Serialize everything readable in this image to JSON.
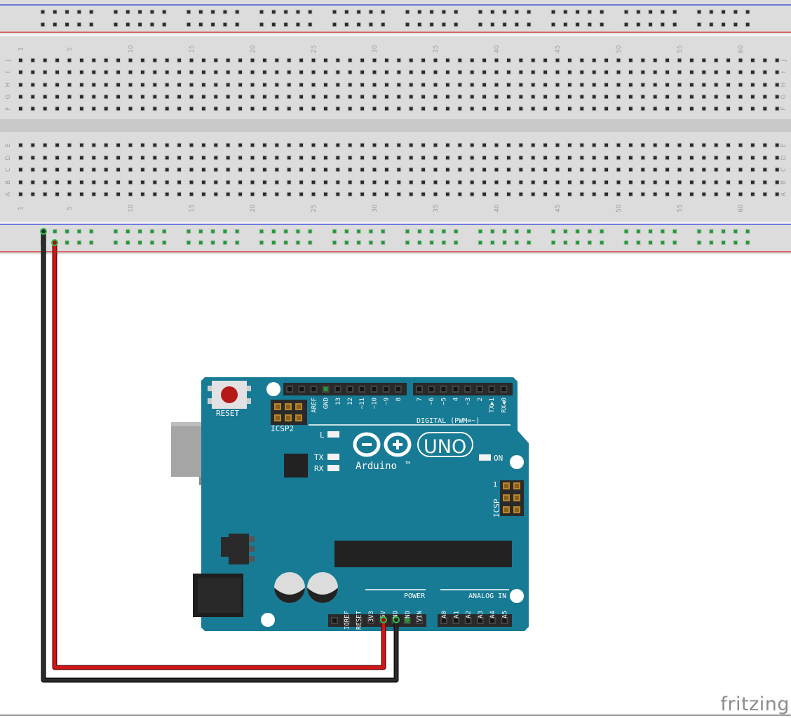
{
  "breadboard": {
    "column_numbers": [
      "1",
      "5",
      "10",
      "15",
      "20",
      "25",
      "30",
      "35",
      "40",
      "45",
      "50",
      "55",
      "60"
    ],
    "top_rows": [
      "J",
      "I",
      "H",
      "G",
      "F"
    ],
    "bottom_rows": [
      "E",
      "D",
      "C",
      "B",
      "A"
    ]
  },
  "arduino": {
    "reset_label": "RESET",
    "icsp2_label": "ICSP2",
    "icsp_label": "ICSP",
    "icsp_pin1": "1",
    "led_l": "L",
    "led_tx": "TX",
    "led_rx": "RX",
    "on_label": "ON",
    "brand": "Arduino",
    "tm": "TM",
    "model": "UNO",
    "digital_label": "DIGITAL (PWM=~)",
    "power_label": "POWER",
    "analog_label": "ANALOG IN",
    "top_pins_left": [
      "AREF",
      "GND",
      "13",
      "12",
      "~11",
      "~10",
      "~9",
      "8"
    ],
    "top_pins_right": [
      "7",
      "~6",
      "~5",
      "4",
      "~3",
      "2",
      "TX▶1",
      "RX◀0"
    ],
    "power_pins": [
      "IOREF",
      "RESET",
      "3V3",
      "5V",
      "GND",
      "GND",
      "VIN"
    ],
    "analog_pins": [
      "A0",
      "A1",
      "A2",
      "A3",
      "A4",
      "A5"
    ]
  },
  "wires": [
    {
      "name": "5V",
      "color": "#c81010"
    },
    {
      "name": "GND",
      "color": "#1a1a1a"
    }
  ],
  "colors": {
    "board": "#177b95",
    "breadboard": "#dcdcdc",
    "rail_blue": "#2d3fd8",
    "rail_red": "#d42020"
  },
  "logo": "fritzing"
}
